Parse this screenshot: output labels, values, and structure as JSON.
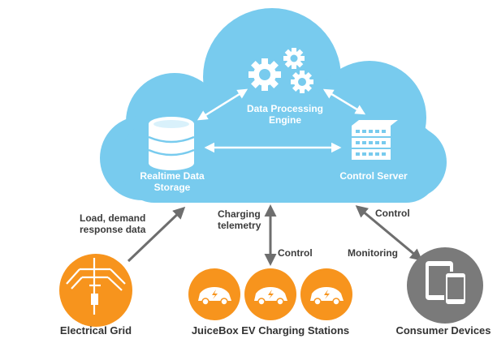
{
  "colors": {
    "cloud": "#78cbee",
    "cloud_light": "#8fd5f2",
    "orange": "#f7941d",
    "gray": "#7a7a7a",
    "arrow": "#6e6e6e",
    "white_arrow": "#ffffff"
  },
  "cloud_nodes": {
    "engine": {
      "label_line1": "Data Processing",
      "label_line2": "Engine",
      "icon": "gears-icon"
    },
    "storage": {
      "label_line1": "Realtime Data",
      "label_line2": "Storage",
      "icon": "database-icon"
    },
    "server": {
      "label": "Control Server",
      "icon": "server-icon"
    }
  },
  "flows": {
    "grid_to_storage": {
      "label_line1": "Load, demand",
      "label_line2": "response data"
    },
    "charging_telemetry": {
      "label_line1": "Charging",
      "label_line2": "telemetry"
    },
    "control_to_stations": {
      "label": "Control"
    },
    "server_control": {
      "label": "Control"
    },
    "monitoring": {
      "label": "Monitoring"
    }
  },
  "endpoints": {
    "grid": {
      "label": "Electrical Grid",
      "icon": "utility-pole-icon"
    },
    "stations": {
      "label": "JuiceBox EV Charging Stations",
      "icon": "ev-car-icon"
    },
    "devices": {
      "label": "Consumer Devices",
      "icon": "devices-icon"
    }
  }
}
